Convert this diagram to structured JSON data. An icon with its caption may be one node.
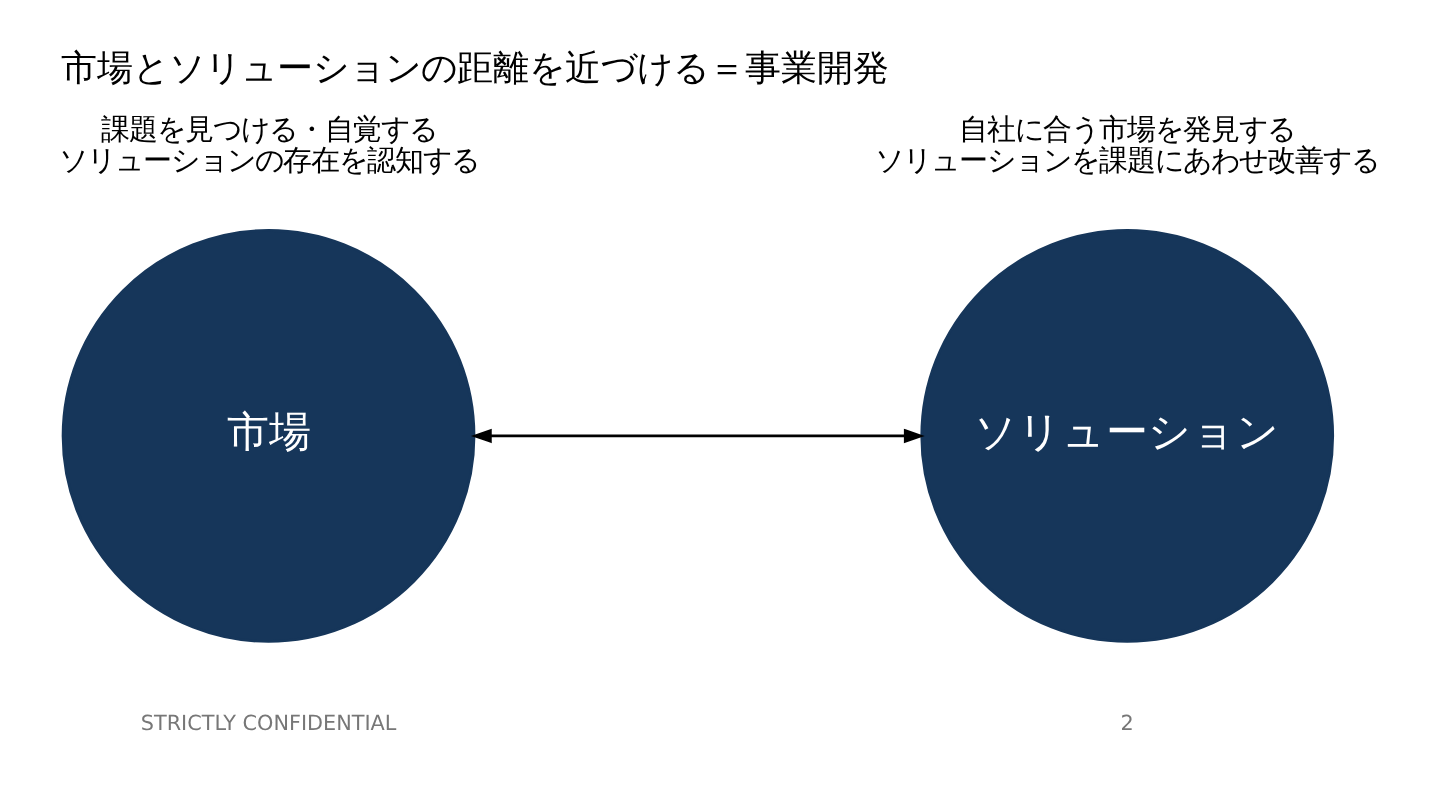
{
  "diagram": {
    "title": "市場とソリューションの距離を近づける＝事業開発",
    "nodes": [
      {
        "text": [
          "市場"
        ],
        "beside": [
          "課題を見つける・自覚する",
          "ソリューションの存在を認知する"
        ]
      },
      {
        "text": [
          "ソリューション"
        ],
        "beside": [
          "自社に合う市場を発見する",
          "ソリューションを課題にあわせ改善する"
        ]
      }
    ],
    "edges": [
      {
        "from": 0,
        "to": 1,
        "arrow": "both"
      }
    ],
    "labels": [
      "STRICTLY CONFIDENTIAL",
      "2"
    ]
  }
}
